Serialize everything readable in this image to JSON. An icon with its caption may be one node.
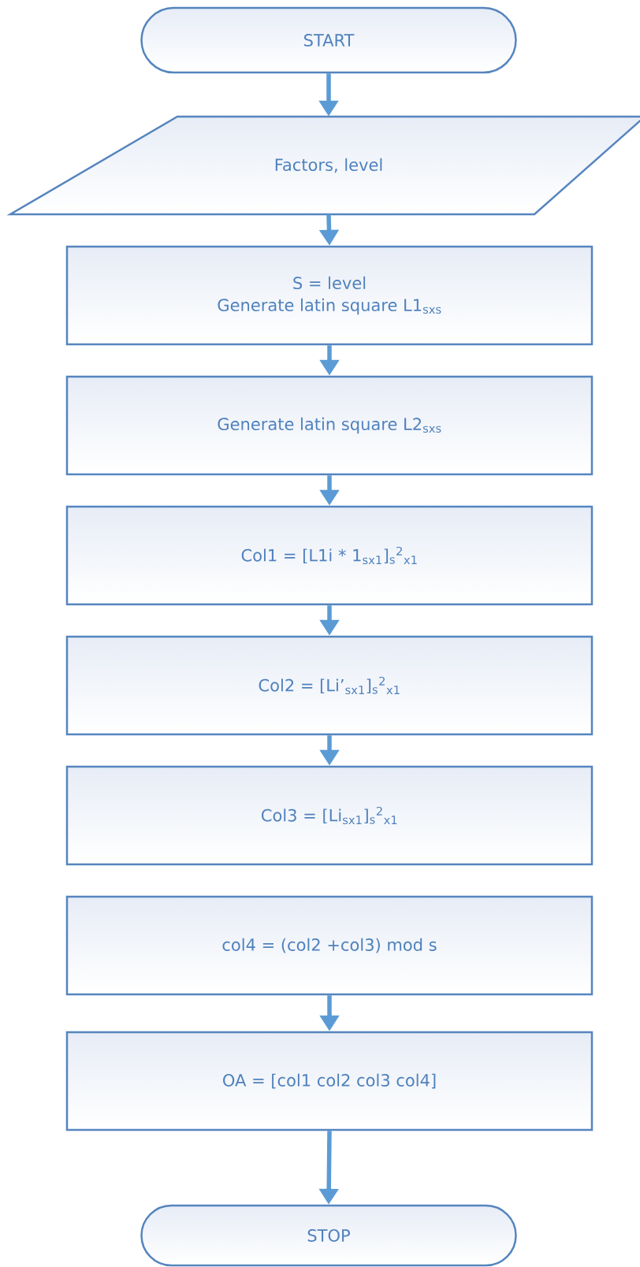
{
  "diagram": {
    "nodes": [
      {
        "text": [
          "START"
        ]
      },
      {
        "text": [
          "Factors, level"
        ]
      },
      {
        "text": [
          "S = level",
          "Generate latin square L1$_{sxs}$"
        ]
      },
      {
        "text": [
          "Generate latin square L2$_{sxs}$"
        ]
      },
      {
        "text": [
          "Col1 = [L1i * 1$_{sx1}$]$_{s}$$^{2}$$_{x1}$"
        ]
      },
      {
        "text": [
          "Col2 = [Li’$_{sx1}$]$_{s}$$^{2}$$_{x1}$"
        ]
      },
      {
        "text": [
          "Col3 = [Li$_{sx1}$]$_{s}$$^{2}$$_{x1}$"
        ]
      },
      {
        "text": [
          "col4 = (col2 +col3) mod s"
        ]
      },
      {
        "text": [
          "OA = [col1 col2 col3 col4]"
        ]
      },
      {
        "text": [
          "STOP"
        ]
      }
    ],
    "edges": [
      {
        "from": 0,
        "to": 1,
        "arrow": "to"
      },
      {
        "from": 1,
        "to": 2,
        "arrow": "to"
      },
      {
        "from": 2,
        "to": 3,
        "arrow": "to"
      },
      {
        "from": 3,
        "to": 4,
        "arrow": "to"
      },
      {
        "from": 4,
        "to": 5,
        "arrow": "to"
      },
      {
        "from": 5,
        "to": 6,
        "arrow": "to"
      },
      {
        "from": 7,
        "to": 8,
        "arrow": "to"
      },
      {
        "from": 8,
        "to": 9,
        "arrow": "to"
      }
    ]
  }
}
